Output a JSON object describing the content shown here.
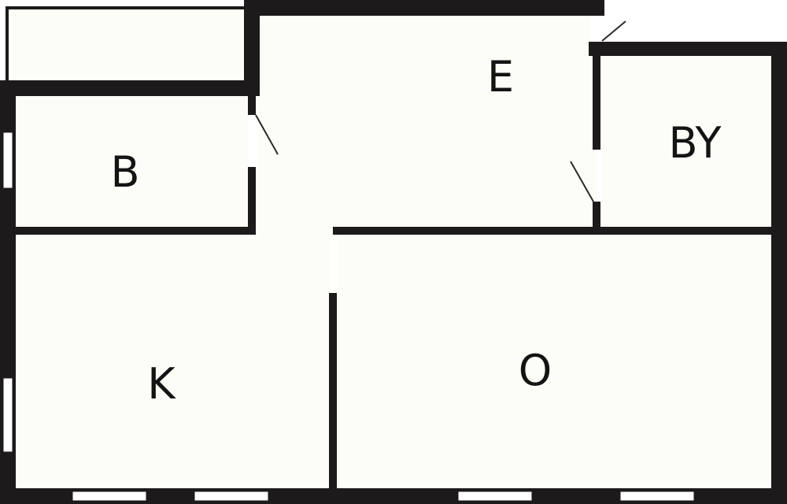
{
  "diagram": {
    "type": "floor-plan",
    "colors": {
      "wall": "#1c1a1b",
      "floor": "#fdfdf8",
      "background": "#ffffff",
      "window": "#ffffff",
      "label": "#141414"
    },
    "rooms": [
      {
        "id": "storage",
        "label": ""
      },
      {
        "id": "bedroom",
        "label": "B"
      },
      {
        "id": "entrance",
        "label": "E"
      },
      {
        "id": "bathroom",
        "label": "BY"
      },
      {
        "id": "kitchen",
        "label": "K"
      },
      {
        "id": "living",
        "label": "O"
      }
    ]
  }
}
